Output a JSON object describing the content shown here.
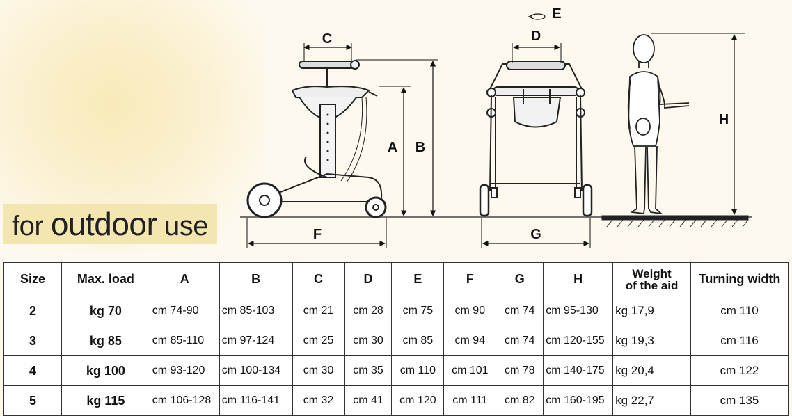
{
  "tagline": {
    "prefix": "for",
    "emphasis": "outdoor",
    "suffix": "use"
  },
  "dimension_labels": {
    "a": "A",
    "b": "B",
    "c": "C",
    "d": "D",
    "e": "E",
    "f": "F",
    "g": "G",
    "h": "H"
  },
  "table": {
    "headers": {
      "size": "Size",
      "max_load": "Max. load",
      "a": "A",
      "b": "B",
      "c": "C",
      "d": "D",
      "e": "E",
      "f": "F",
      "g": "G",
      "h": "H",
      "weight_line1": "Weight",
      "weight_line2": "of the aid",
      "turning": "Turning width"
    },
    "rows": [
      {
        "size": "2",
        "load": "kg 70",
        "a": "cm 74-90",
        "b": "cm 85-103",
        "c": "cm 21",
        "d": "cm 28",
        "e": "cm 75",
        "f": "cm 90",
        "g": "cm 74",
        "h": "cm 95-130",
        "weight": "kg 17,9",
        "turning": "cm 110"
      },
      {
        "size": "3",
        "load": "kg 85",
        "a": "cm 85-110",
        "b": "cm 97-124",
        "c": "cm 25",
        "d": "cm 30",
        "e": "cm 85",
        "f": "cm 94",
        "g": "cm 74",
        "h": "cm 120-155",
        "weight": "kg 19,3",
        "turning": "cm 116"
      },
      {
        "size": "4",
        "load": "kg 100",
        "a": "cm 93-120",
        "b": "cm 100-134",
        "c": "cm 30",
        "d": "cm 35",
        "e": "cm 110",
        "f": "cm 101",
        "g": "cm 78",
        "h": "cm 140-175",
        "weight": "kg 20,4",
        "turning": "cm 122"
      },
      {
        "size": "5",
        "load": "kg 115",
        "a": "cm 106-128",
        "b": "cm 116-141",
        "c": "cm 32",
        "d": "cm 41",
        "e": "cm 120",
        "f": "cm 111",
        "g": "cm 82",
        "h": "cm 160-195",
        "weight": "kg 22,7",
        "turning": "cm 135"
      }
    ]
  }
}
